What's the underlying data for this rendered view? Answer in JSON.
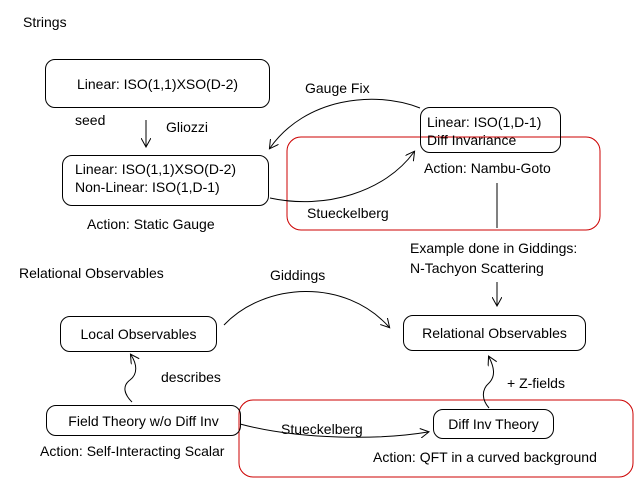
{
  "sections": {
    "strings": "Strings",
    "relational": "Relational Observables"
  },
  "nodes": {
    "linear_iso_so": "Linear: ISO(1,1)XSO(D-2)",
    "nonlinear_line1": "Linear: ISO(1,1)XSO(D-2)",
    "nonlinear_line2": "Non-Linear: ISO(1,D-1)",
    "linear_iso_d_line1": "Linear: ISO(1,D-1)",
    "linear_iso_d_line2": "Diff Invariance",
    "local_observables": "Local Observables",
    "relational_observables": "Relational Observables",
    "field_theory": "Field Theory w/o Diff Inv",
    "diff_inv_theory": "Diff Inv Theory"
  },
  "labels": {
    "seed": "seed",
    "gliozzi": "Gliozzi",
    "gauge_fix": "Gauge Fix",
    "stueckelberg_top": "Stueckelberg",
    "action_static": "Action: Static Gauge",
    "action_nambu": "Action: Nambu-Goto",
    "example_line1": "Example done in Giddings:",
    "example_line2": "N-Tachyon Scattering",
    "giddings": "Giddings",
    "describes": "describes",
    "z_fields": "+ Z-fields",
    "stueckelberg_bottom": "Stueckelberg",
    "action_self": "Action: Self-Interacting Scalar",
    "action_qft": "Action: QFT in a curved background"
  },
  "colors": {
    "highlight": "#cc0000",
    "ink": "#000000"
  }
}
